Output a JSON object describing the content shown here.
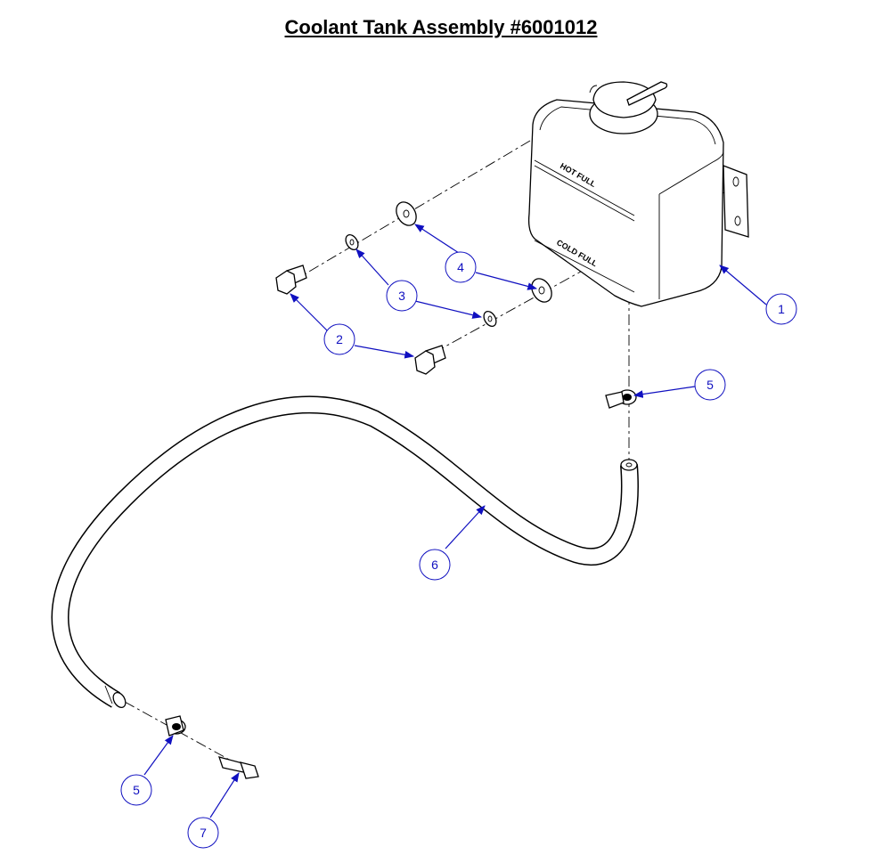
{
  "title": "Coolant Tank Assembly #6001012",
  "tank": {
    "hot_label": "HOT FULL",
    "cold_label": "COLD FULL"
  },
  "colors": {
    "callout": "#1010c0",
    "line": "#000000",
    "background": "#ffffff"
  },
  "callouts": [
    {
      "id": "callout-1",
      "label": "1",
      "part": "coolant-tank"
    },
    {
      "id": "callout-2a",
      "label": "2",
      "part": "bolt"
    },
    {
      "id": "callout-3",
      "label": "3",
      "part": "lock-washer"
    },
    {
      "id": "callout-4",
      "label": "4",
      "part": "flat-washer"
    },
    {
      "id": "callout-5a",
      "label": "5",
      "part": "hose-clamp"
    },
    {
      "id": "callout-6",
      "label": "6",
      "part": "coolant-hose"
    },
    {
      "id": "callout-5b",
      "label": "5",
      "part": "hose-clamp"
    },
    {
      "id": "callout-7",
      "label": "7",
      "part": "hose-fitting"
    }
  ]
}
